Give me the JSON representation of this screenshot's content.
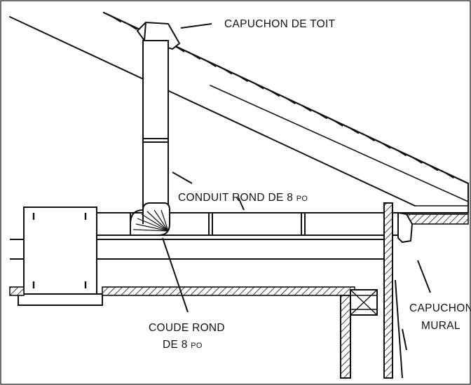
{
  "labels": {
    "roof_cap": "CAPUCHON DE TOIT",
    "round_duct_main": "CONDUIT ROND DE 8",
    "round_duct_unit": "PO",
    "round_elbow_line1": "COUDE ROND",
    "round_elbow_line2_main": "DE 8",
    "round_elbow_line2_unit": "PO",
    "wall_cap_line1": "CAPUCHON",
    "wall_cap_line2": "MURAL"
  },
  "colors": {
    "line": "#111111",
    "background": "#ffffff"
  }
}
